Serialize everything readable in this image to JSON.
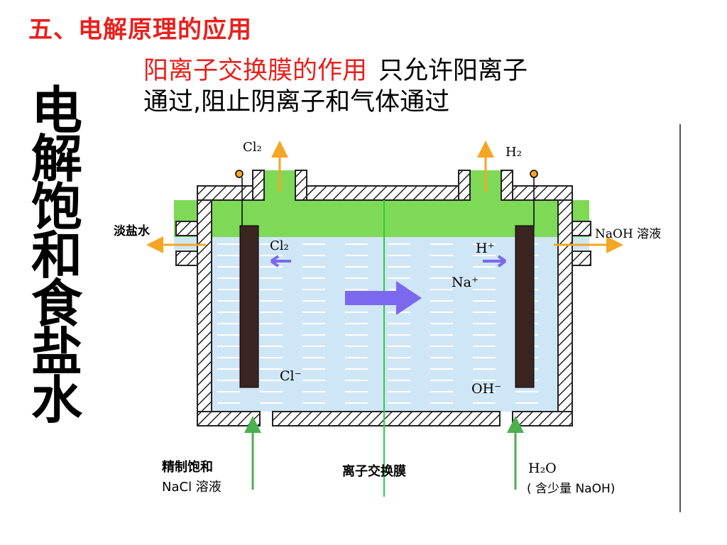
{
  "title": "五、电解原理的应用",
  "vertical_title": [
    "电",
    "解",
    "饱",
    "和",
    "食",
    "盐",
    "水"
  ],
  "description": {
    "highlight": "阳离子交换膜的作用",
    "line1_rest": "只允许阳离子",
    "line2": "通过,阻止阴离子和气体通过"
  },
  "diagram": {
    "cl2_gas": "Cl₂",
    "h2_gas": "H₂",
    "dilute_brine": "淡盐水",
    "naoh_solution": "NaOH 溶液",
    "cl2_ion_side": "Cl₂",
    "h_plus": "H⁺",
    "na_plus": "Na⁺",
    "cl_minus": "Cl⁻",
    "oh_minus": "OH⁻",
    "inlet_left_line1": "精制饱和",
    "inlet_left_line2": "NaCl 溶液",
    "membrane": "离子交换膜",
    "inlet_right_line1": "H₂O",
    "inlet_right_line2": "( 含少量 NaOH)",
    "colors": {
      "gas": "#7ed957",
      "liquid": "#cfe6f7",
      "electrode": "#3a2520",
      "arrow_out": "#f5a623",
      "arrow_in": "#4caf50",
      "ion_arrow": "#7b68ee"
    }
  }
}
